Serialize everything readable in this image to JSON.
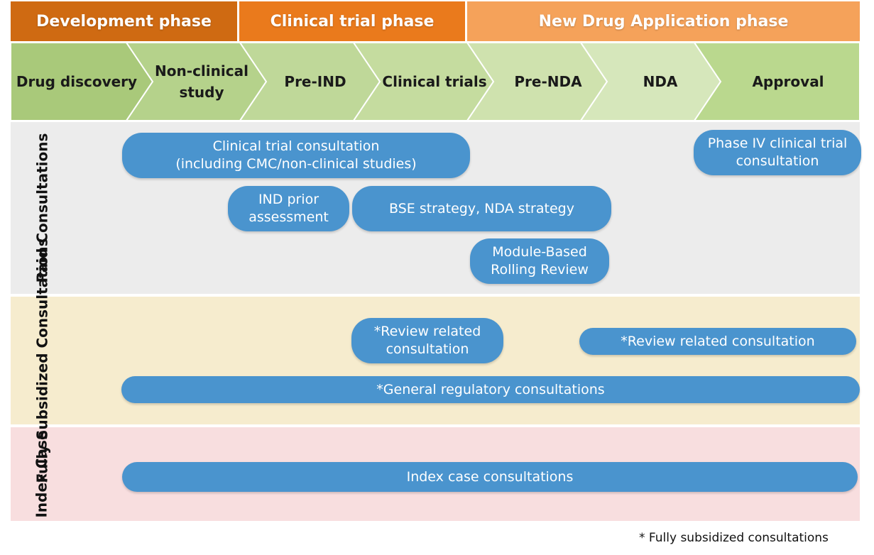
{
  "phases": [
    {
      "label": "Development phase",
      "color": "#cf6a12"
    },
    {
      "label": "Clinical trial phase",
      "color": "#ea7a1c"
    },
    {
      "label": "New Drug Application phase",
      "color": "#f5a25a"
    }
  ],
  "stages": [
    {
      "label": "Drug discovery",
      "color": "#a9c97a"
    },
    {
      "label": "Non-clinical\nstudy",
      "color": "#b5d28b"
    },
    {
      "label": "Pre-IND",
      "color": "#bfd899"
    },
    {
      "label": "Clinical trials",
      "color": "#c5dc9f"
    },
    {
      "label": "Pre-NDA",
      "color": "#cfe2ae"
    },
    {
      "label": "NDA",
      "color": "#d6e7bb"
    },
    {
      "label": "Approval",
      "color": "#bad88e"
    }
  ],
  "bands": [
    {
      "label": "Paid Consultations",
      "color": "#ececec"
    },
    {
      "label": "Fully Subsidized\nConsultations",
      "color": "#f6ecce"
    },
    {
      "label": "Index Case",
      "color": "#f8dedf"
    }
  ],
  "consultations": {
    "paid": [
      "Clinical trial consultation\n(including CMC/non-clinical studies)",
      "Phase IV clinical trial\nconsultation",
      "IND prior\nassessment",
      "BSE strategy, NDA strategy",
      "Module-Based\nRolling Review"
    ],
    "subsidized": [
      "*Review related\nconsultation",
      "*Review related consultation",
      "*General regulatory consultations"
    ],
    "index": [
      "Index case consultations"
    ]
  },
  "pill_color": "#4a94ce",
  "footnote": "* Fully subsidized consultations"
}
